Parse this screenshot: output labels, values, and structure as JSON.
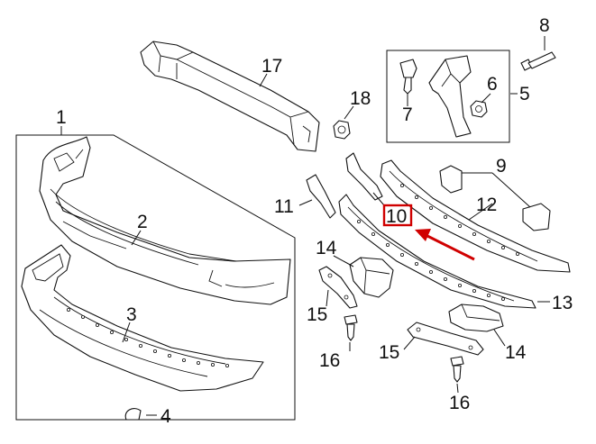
{
  "diagram": {
    "callouts": [
      "1",
      "2",
      "3",
      "4",
      "5",
      "6",
      "7",
      "8",
      "9",
      "10",
      "11",
      "12",
      "13",
      "14",
      "15",
      "16",
      "17",
      "18",
      "14",
      "15",
      "16"
    ],
    "highlight": {
      "part": "10",
      "box_color": "#d00000",
      "arrow_color": "#d00000"
    }
  }
}
